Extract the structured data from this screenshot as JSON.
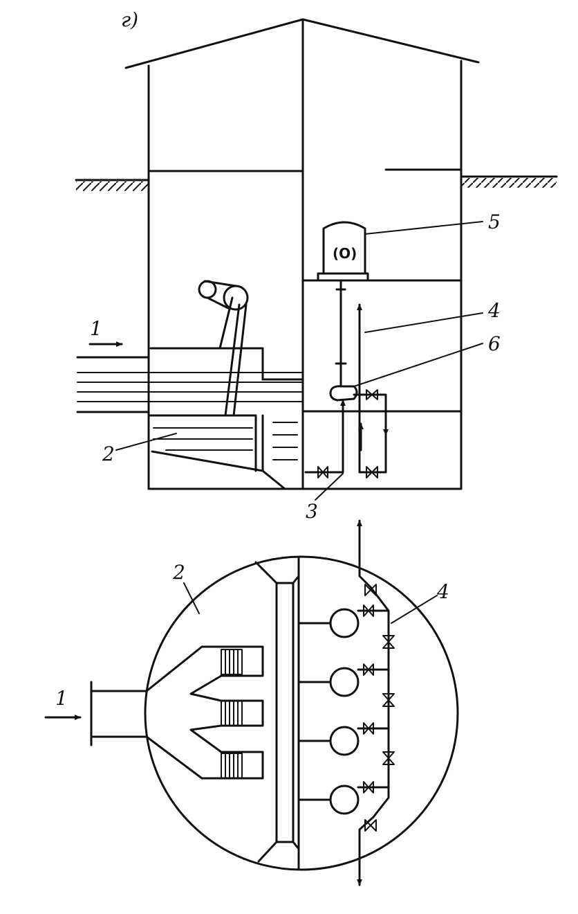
{
  "figure_letter": "г)",
  "labels": {
    "inlet": "1",
    "screen_chamber": "2",
    "suction_pipe": "3",
    "discharge_pipe": "4",
    "motor": "5",
    "pump": "6"
  },
  "motor_symbol": "(O)",
  "plan_labels": {
    "inlet": "1",
    "screen_chamber": "2",
    "discharge_pipe": "4"
  }
}
